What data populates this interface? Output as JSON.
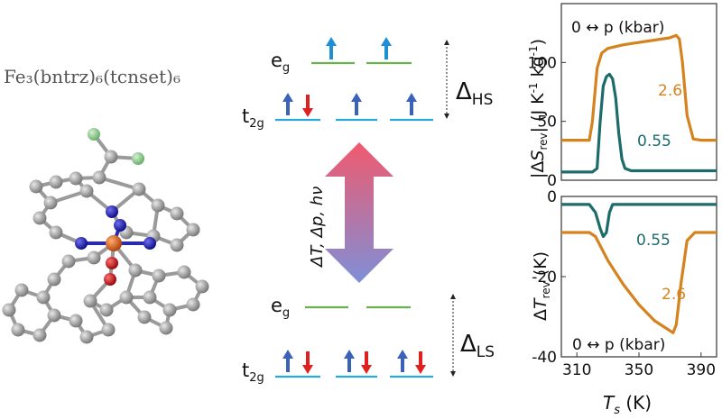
{
  "molecule": {
    "formula": "Fe₃(bntrz)₆(tcnset)₆",
    "colors": {
      "carbon": "#8f8f8f",
      "nitrogen": "#1c1cc8",
      "iron": "#d75a10",
      "oxygen": "#c81414",
      "fluorine": "#7cc87c"
    }
  },
  "energy_diagram": {
    "high_spin": {
      "eg_label": "e",
      "eg_sub": "g",
      "t2g_label": "t",
      "t2g_sub": "2g",
      "delta_label": "Δ",
      "delta_sub": "HS"
    },
    "low_spin": {
      "eg_label": "e",
      "eg_sub": "g",
      "t2g_label": "t",
      "t2g_sub": "2g",
      "delta_label": "Δ",
      "delta_sub": "LS"
    },
    "stimulus_label": "ΔT, Δp, hν",
    "colors": {
      "eg_level": "#6ab04c",
      "t2g_level": "#29a8e0",
      "spin_up": "#3a62b8",
      "spin_up_eg": "#1e8fd6",
      "spin_down": "#e0201f",
      "arrow_top": "#f05a6e",
      "arrow_bottom": "#7f8fd8"
    }
  },
  "chart_data": [
    {
      "type": "line",
      "panel": "top",
      "title": "0 ↔ p (kbar)",
      "ylabel": "|ΔS_rev| (J K⁻¹ kg⁻¹)",
      "ylabel_parts": {
        "pre": "|Δ",
        "s": "S",
        "rev": "rev",
        "mid": "|  (J K",
        "m1": "-1",
        "kg": " kg",
        "m2": "-1",
        "post": ")"
      },
      "xlim": [
        300,
        400
      ],
      "ylim": [
        0,
        150
      ],
      "yticks": [
        0,
        50,
        100
      ],
      "series": [
        {
          "name": "2.6",
          "color": "#d4831f",
          "x": [
            300,
            318,
            320,
            323,
            326,
            330,
            340,
            350,
            360,
            370,
            374,
            376,
            378,
            381,
            385,
            390,
            400
          ],
          "y": [
            34,
            34,
            50,
            95,
            108,
            112,
            115,
            117,
            119,
            121,
            123,
            120,
            100,
            55,
            35,
            34,
            34
          ]
        },
        {
          "name": "0.55",
          "color": "#1d6b6b",
          "x": [
            300,
            320,
            323,
            325,
            327,
            329,
            331,
            333,
            335,
            337,
            339,
            341,
            345,
            350,
            360,
            400
          ],
          "y": [
            7,
            7,
            10,
            50,
            80,
            88,
            90,
            86,
            70,
            40,
            18,
            10,
            8,
            8,
            8,
            8
          ]
        }
      ]
    },
    {
      "type": "line",
      "panel": "bottom",
      "title": "0 ↔ p (kbar)",
      "xlabel": "T_s (K)",
      "xlabel_parts": {
        "t": "T",
        "s": "s",
        "post": " (K)"
      },
      "ylabel": "ΔT_rev (K)",
      "ylabel_parts": {
        "pre": "Δ",
        "t": "T",
        "rev": "rev",
        "post": " (K)"
      },
      "xlim": [
        300,
        400
      ],
      "ylim": [
        -40,
        0
      ],
      "xticks": [
        310,
        350,
        390
      ],
      "yticks": [
        0,
        -20,
        -40
      ],
      "series": [
        {
          "name": "0.55",
          "color": "#1d6b6b",
          "x": [
            300,
            318,
            322,
            325,
            327,
            329,
            331,
            333,
            336,
            400
          ],
          "y": [
            -2,
            -2,
            -4,
            -8,
            -10,
            -9,
            -4,
            -2,
            -2,
            -2
          ]
        },
        {
          "name": "2.6",
          "color": "#d4831f",
          "x": [
            300,
            318,
            322,
            330,
            340,
            350,
            360,
            368,
            372,
            374,
            377,
            381,
            386,
            400
          ],
          "y": [
            -9,
            -9,
            -10,
            -16,
            -22,
            -27,
            -31,
            -33,
            -34,
            -32,
            -22,
            -11,
            -9,
            -9
          ]
        }
      ]
    }
  ]
}
